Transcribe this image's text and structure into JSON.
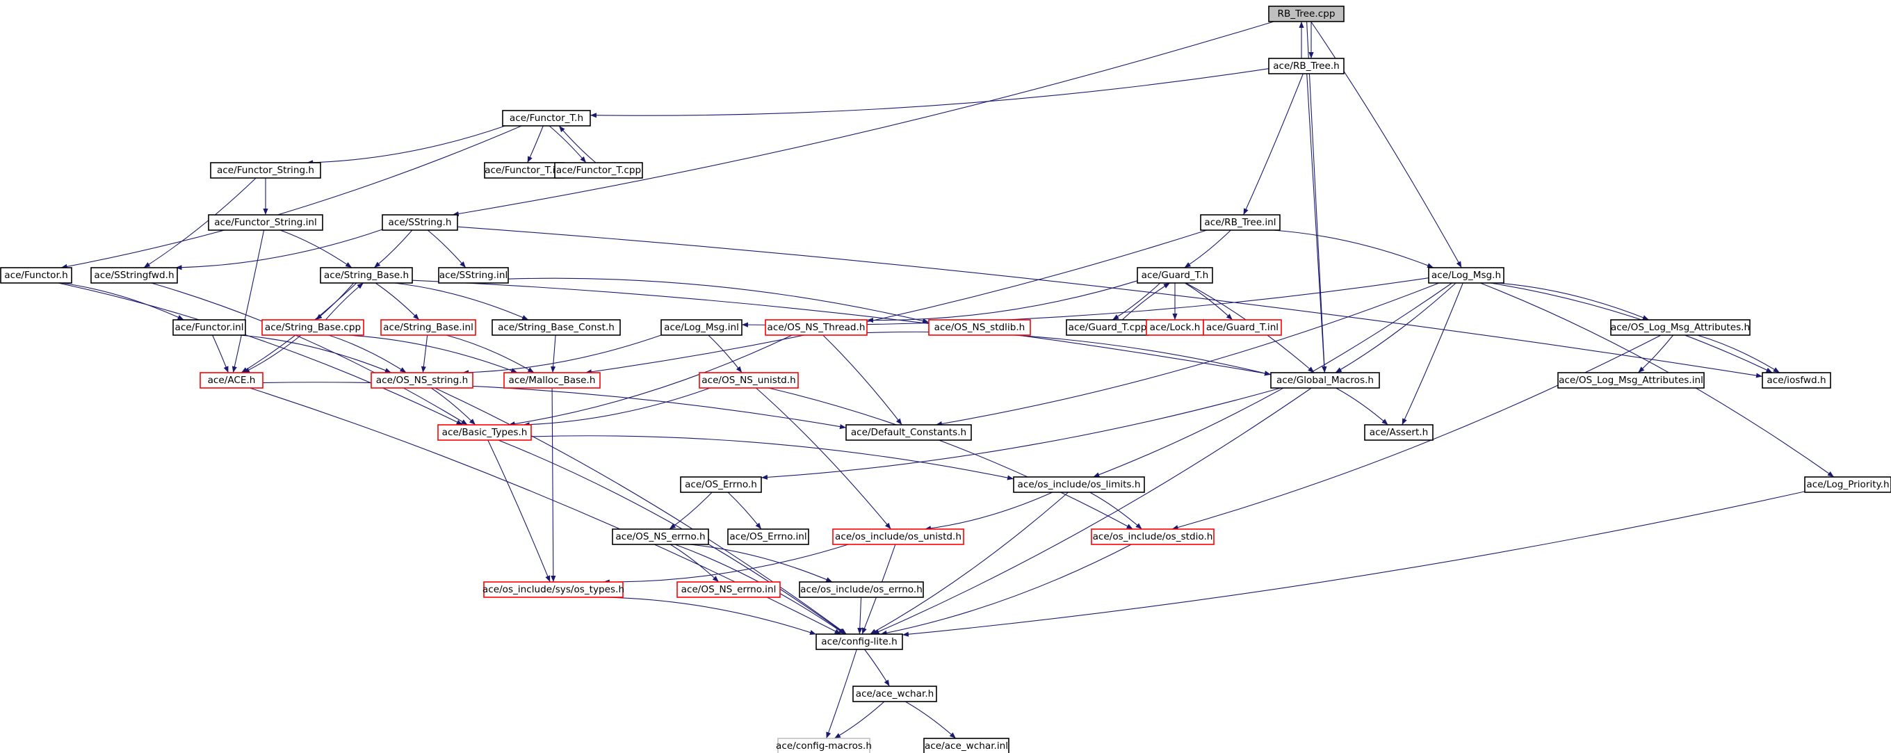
{
  "nodes": [
    {
      "id": "rb_tree_cpp",
      "label": "RB_Tree.cpp",
      "style": "gray"
    },
    {
      "id": "rb_tree_h",
      "label": "ace/RB_Tree.h",
      "style": "normal"
    },
    {
      "id": "functor_t_h",
      "label": "ace/Functor_T.h",
      "style": "normal"
    },
    {
      "id": "functor_string_h",
      "label": "ace/Functor_String.h",
      "style": "normal"
    },
    {
      "id": "functor_t_inl",
      "label": "ace/Functor_T.inl",
      "style": "normal"
    },
    {
      "id": "functor_t_cpp",
      "label": "ace/Functor_T.cpp",
      "style": "normal"
    },
    {
      "id": "functor_string_inl",
      "label": "ace/Functor_String.inl",
      "style": "normal"
    },
    {
      "id": "sstring_h",
      "label": "ace/SString.h",
      "style": "normal"
    },
    {
      "id": "rb_tree_inl",
      "label": "ace/RB_Tree.inl",
      "style": "normal"
    },
    {
      "id": "functor_h",
      "label": "ace/Functor.h",
      "style": "normal"
    },
    {
      "id": "sstringfwd_h",
      "label": "ace/SStringfwd.h",
      "style": "normal"
    },
    {
      "id": "string_base_h",
      "label": "ace/String_Base.h",
      "style": "normal"
    },
    {
      "id": "sstring_inl",
      "label": "ace/SString.inl",
      "style": "normal"
    },
    {
      "id": "guard_t_h",
      "label": "ace/Guard_T.h",
      "style": "normal"
    },
    {
      "id": "log_msg_h",
      "label": "ace/Log_Msg.h",
      "style": "normal"
    },
    {
      "id": "functor_inl",
      "label": "ace/Functor.inl",
      "style": "normal"
    },
    {
      "id": "string_base_cpp",
      "label": "ace/String_Base.cpp",
      "style": "red"
    },
    {
      "id": "string_base_inl",
      "label": "ace/String_Base.inl",
      "style": "red"
    },
    {
      "id": "string_base_const_h",
      "label": "ace/String_Base_Const.h",
      "style": "normal"
    },
    {
      "id": "log_msg_inl",
      "label": "ace/Log_Msg.inl",
      "style": "normal"
    },
    {
      "id": "os_ns_thread_h",
      "label": "ace/OS_NS_Thread.h",
      "style": "red"
    },
    {
      "id": "os_ns_stdlib_h",
      "label": "ace/OS_NS_stdlib.h",
      "style": "red"
    },
    {
      "id": "guard_t_cpp",
      "label": "ace/Guard_T.cpp",
      "style": "normal"
    },
    {
      "id": "lock_h",
      "label": "ace/Lock.h",
      "style": "red"
    },
    {
      "id": "guard_t_inl",
      "label": "ace/Guard_T.inl",
      "style": "red"
    },
    {
      "id": "os_log_msg_attributes_h",
      "label": "ace/OS_Log_Msg_Attributes.h",
      "style": "normal"
    },
    {
      "id": "ace_h",
      "label": "ace/ACE.h",
      "style": "red"
    },
    {
      "id": "os_ns_string_h",
      "label": "ace/OS_NS_string.h",
      "style": "red"
    },
    {
      "id": "malloc_base_h",
      "label": "ace/Malloc_Base.h",
      "style": "red"
    },
    {
      "id": "os_ns_unistd_h",
      "label": "ace/OS_NS_unistd.h",
      "style": "red"
    },
    {
      "id": "global_macros_h",
      "label": "ace/Global_Macros.h",
      "style": "normal"
    },
    {
      "id": "os_log_msg_attributes_inl",
      "label": "ace/OS_Log_Msg_Attributes.inl",
      "style": "normal"
    },
    {
      "id": "iosfwd_h",
      "label": "ace/iosfwd.h",
      "style": "normal"
    },
    {
      "id": "basic_types_h",
      "label": "ace/Basic_Types.h",
      "style": "red"
    },
    {
      "id": "default_constants_h",
      "label": "ace/Default_Constants.h",
      "style": "normal"
    },
    {
      "id": "assert_h",
      "label": "ace/Assert.h",
      "style": "normal"
    },
    {
      "id": "os_errno_h",
      "label": "ace/OS_Errno.h",
      "style": "normal"
    },
    {
      "id": "os_limits_h",
      "label": "ace/os_include/os_limits.h",
      "style": "normal"
    },
    {
      "id": "log_priority_h",
      "label": "ace/Log_Priority.h",
      "style": "normal"
    },
    {
      "id": "os_ns_errno_h",
      "label": "ace/OS_NS_errno.h",
      "style": "normal"
    },
    {
      "id": "os_errno_inl",
      "label": "ace/OS_Errno.inl",
      "style": "normal"
    },
    {
      "id": "os_unistd_h",
      "label": "ace/os_include/os_unistd.h",
      "style": "red"
    },
    {
      "id": "os_stdio_h",
      "label": "ace/os_include/os_stdio.h",
      "style": "red"
    },
    {
      "id": "sys_os_types_h",
      "label": "ace/os_include/sys/os_types.h",
      "style": "red"
    },
    {
      "id": "os_ns_errno_inl",
      "label": "ace/OS_NS_errno.inl",
      "style": "red"
    },
    {
      "id": "os_include_errno_h",
      "label": "ace/os_include/os_errno.h",
      "style": "normal"
    },
    {
      "id": "config_lite_h",
      "label": "ace/config-lite.h",
      "style": "normal"
    },
    {
      "id": "ace_wchar_h",
      "label": "ace/ace_wchar.h",
      "style": "normal"
    },
    {
      "id": "config_macros_h",
      "label": "ace/config-macros.h",
      "style": "light"
    },
    {
      "id": "ace_wchar_inl",
      "label": "ace/ace_wchar.inl",
      "style": "normal"
    }
  ],
  "edges": [
    [
      "rb_tree_cpp",
      "rb_tree_h"
    ],
    [
      "rb_tree_h",
      "rb_tree_cpp"
    ],
    [
      "rb_tree_cpp",
      "sstring_h"
    ],
    [
      "rb_tree_cpp",
      "global_macros_h"
    ],
    [
      "rb_tree_cpp",
      "log_msg_h"
    ],
    [
      "rb_tree_h",
      "functor_t_h"
    ],
    [
      "rb_tree_h",
      "rb_tree_inl"
    ],
    [
      "rb_tree_h",
      "global_macros_h"
    ],
    [
      "functor_t_h",
      "functor_string_h"
    ],
    [
      "functor_t_h",
      "functor_t_inl"
    ],
    [
      "functor_t_h",
      "functor_t_cpp"
    ],
    [
      "functor_t_cpp",
      "functor_t_h"
    ],
    [
      "functor_t_h",
      "functor_h"
    ],
    [
      "functor_string_h",
      "functor_string_inl"
    ],
    [
      "functor_string_h",
      "sstringfwd_h"
    ],
    [
      "functor_string_inl",
      "string_base_h"
    ],
    [
      "functor_string_inl",
      "ace_h"
    ],
    [
      "sstring_h",
      "sstringfwd_h"
    ],
    [
      "sstring_h",
      "string_base_h"
    ],
    [
      "sstring_h",
      "sstring_inl"
    ],
    [
      "sstring_h",
      "iosfwd_h"
    ],
    [
      "sstring_inl",
      "os_ns_stdlib_h"
    ],
    [
      "rb_tree_inl",
      "guard_t_h"
    ],
    [
      "rb_tree_inl",
      "log_msg_h"
    ],
    [
      "rb_tree_inl",
      "malloc_base_h"
    ],
    [
      "functor_h",
      "functor_inl"
    ],
    [
      "functor_h",
      "basic_types_h"
    ],
    [
      "sstringfwd_h",
      "basic_types_h"
    ],
    [
      "string_base_h",
      "string_base_cpp"
    ],
    [
      "string_base_cpp",
      "string_base_h"
    ],
    [
      "string_base_h",
      "string_base_inl"
    ],
    [
      "string_base_h",
      "string_base_const_h"
    ],
    [
      "string_base_h",
      "ace_h"
    ],
    [
      "string_base_h",
      "global_macros_h"
    ],
    [
      "guard_t_h",
      "guard_t_cpp"
    ],
    [
      "guard_t_cpp",
      "guard_t_h"
    ],
    [
      "guard_t_h",
      "lock_h"
    ],
    [
      "guard_t_h",
      "guard_t_inl"
    ],
    [
      "guard_t_h",
      "os_ns_thread_h"
    ],
    [
      "guard_t_h",
      "global_macros_h"
    ],
    [
      "log_msg_h",
      "log_msg_inl"
    ],
    [
      "log_msg_h",
      "os_log_msg_attributes_h"
    ],
    [
      "log_msg_h",
      "global_macros_h"
    ],
    [
      "log_msg_h",
      "default_constants_h"
    ],
    [
      "log_msg_h",
      "assert_h"
    ],
    [
      "log_msg_h",
      "os_limits_h"
    ],
    [
      "log_msg_h",
      "log_priority_h"
    ],
    [
      "log_msg_h",
      "iosfwd_h"
    ],
    [
      "functor_inl",
      "ace_h"
    ],
    [
      "functor_inl",
      "os_ns_string_h"
    ],
    [
      "string_base_cpp",
      "ace_h"
    ],
    [
      "string_base_cpp",
      "os_ns_string_h"
    ],
    [
      "string_base_cpp",
      "malloc_base_h"
    ],
    [
      "string_base_inl",
      "os_ns_string_h"
    ],
    [
      "string_base_inl",
      "malloc_base_h"
    ],
    [
      "string_base_const_h",
      "malloc_base_h"
    ],
    [
      "log_msg_inl",
      "os_ns_string_h"
    ],
    [
      "log_msg_inl",
      "os_ns_unistd_h"
    ],
    [
      "os_ns_thread_h",
      "basic_types_h"
    ],
    [
      "os_ns_thread_h",
      "default_constants_h"
    ],
    [
      "os_ns_thread_h",
      "global_macros_h"
    ],
    [
      "os_log_msg_attributes_h",
      "os_log_msg_attributes_inl"
    ],
    [
      "os_log_msg_attributes_h",
      "iosfwd_h"
    ],
    [
      "os_log_msg_attributes_h",
      "os_stdio_h"
    ],
    [
      "ace_h",
      "default_constants_h"
    ],
    [
      "ace_h",
      "config_lite_h"
    ],
    [
      "os_ns_string_h",
      "basic_types_h"
    ],
    [
      "os_ns_string_h",
      "config_lite_h"
    ],
    [
      "malloc_base_h",
      "sys_os_types_h"
    ],
    [
      "os_ns_unistd_h",
      "basic_types_h"
    ],
    [
      "os_ns_unistd_h",
      "os_unistd_h"
    ],
    [
      "os_ns_unistd_h",
      "os_stdio_h"
    ],
    [
      "global_macros_h",
      "assert_h"
    ],
    [
      "global_macros_h",
      "os_errno_h"
    ],
    [
      "global_macros_h",
      "config_lite_h"
    ],
    [
      "basic_types_h",
      "os_limits_h"
    ],
    [
      "basic_types_h",
      "sys_os_types_h"
    ],
    [
      "basic_types_h",
      "config_lite_h"
    ],
    [
      "os_errno_h",
      "os_ns_errno_h"
    ],
    [
      "os_errno_h",
      "os_errno_inl"
    ],
    [
      "os_limits_h",
      "os_unistd_h"
    ],
    [
      "os_limits_h",
      "os_stdio_h"
    ],
    [
      "os_limits_h",
      "config_lite_h"
    ],
    [
      "log_priority_h",
      "config_lite_h"
    ],
    [
      "os_ns_errno_h",
      "os_ns_errno_inl"
    ],
    [
      "os_ns_errno_h",
      "os_include_errno_h"
    ],
    [
      "os_ns_errno_h",
      "config_lite_h"
    ],
    [
      "os_unistd_h",
      "sys_os_types_h"
    ],
    [
      "os_unistd_h",
      "config_lite_h"
    ],
    [
      "os_stdio_h",
      "config_lite_h"
    ],
    [
      "sys_os_types_h",
      "config_lite_h"
    ],
    [
      "os_include_errno_h",
      "config_lite_h"
    ],
    [
      "config_lite_h",
      "ace_wchar_h"
    ],
    [
      "config_lite_h",
      "config_macros_h"
    ],
    [
      "ace_wchar_h",
      "config_macros_h"
    ],
    [
      "ace_wchar_h",
      "ace_wchar_inl"
    ]
  ]
}
